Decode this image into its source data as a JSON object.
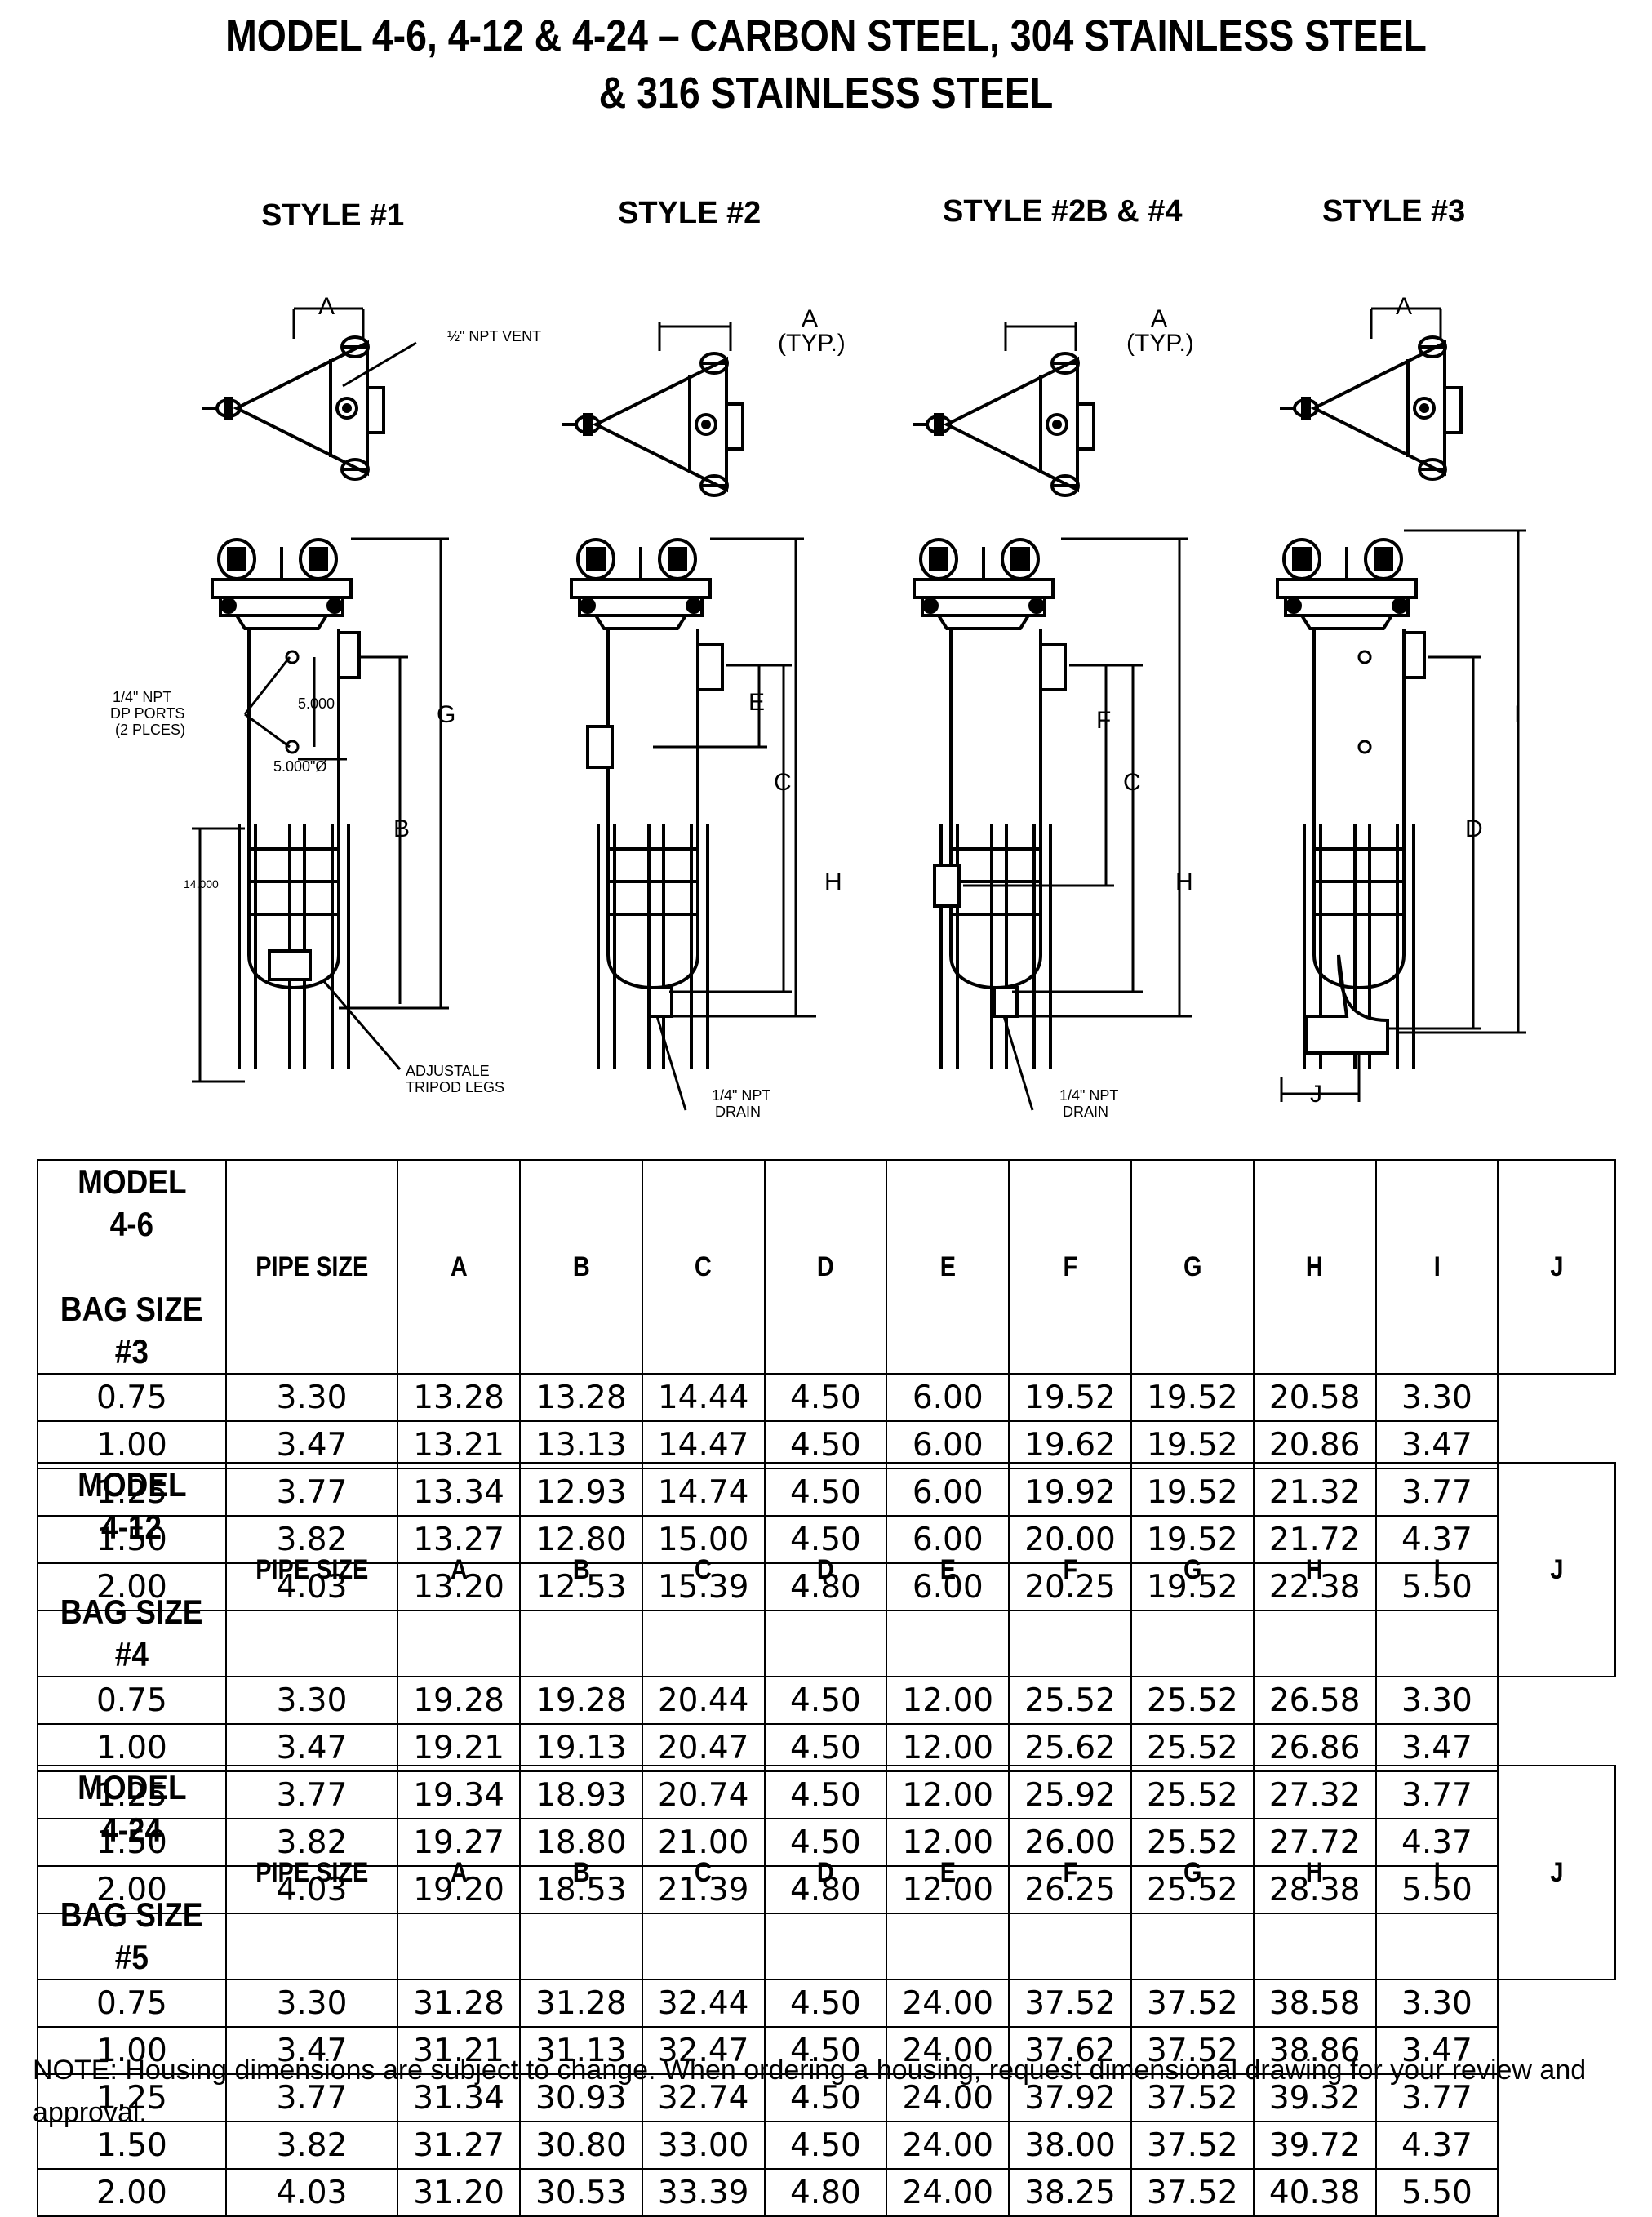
{
  "title": {
    "line1": "MODEL 4-6, 4-12 & 4-24 – CARBON STEEL, 304 STAINLESS STEEL",
    "line2": "& 316 STAINLESS STEEL"
  },
  "styles": [
    "STYLE #1",
    "STYLE #2",
    "STYLE #2B & #4",
    "STYLE #3"
  ],
  "drawing_labels": {
    "npt_vent": "½\" NPT VENT",
    "dp_ports_1": "1/4\" NPT",
    "dp_ports_2": "DP PORTS",
    "dp_ports_3": "(2 PLCES)",
    "dim_5000": "5.000",
    "dim_5000_dia": "5.000\"Ø",
    "dim_14000": "14.000",
    "legs_1": "ADJUSTALE",
    "legs_2": "TRIPOD LEGS",
    "drain_1": "1/4\" NPT",
    "drain_2": "DRAIN",
    "typ_a": "A",
    "typ": "(TYP.)",
    "A": "A",
    "B": "B",
    "C": "C",
    "D": "D",
    "E": "E",
    "F": "F",
    "G": "G",
    "H": "H",
    "I": "I",
    "J": "J"
  },
  "columns": [
    "PIPE SIZE",
    "A",
    "B",
    "C",
    "D",
    "E",
    "F",
    "G",
    "H",
    "I",
    "J"
  ],
  "tables": [
    {
      "model_line1": "MODEL",
      "model_line2": "4-6",
      "bag_line1": "BAG SIZE",
      "bag_line2": "#3",
      "rows": [
        [
          "0.75",
          "3.30",
          "13.28",
          "13.28",
          "14.44",
          "4.50",
          "6.00",
          "19.52",
          "19.52",
          "20.58",
          "3.30"
        ],
        [
          "1.00",
          "3.47",
          "13.21",
          "13.13",
          "14.47",
          "4.50",
          "6.00",
          "19.62",
          "19.52",
          "20.86",
          "3.47"
        ],
        [
          "1.25",
          "3.77",
          "13.34",
          "12.93",
          "14.74",
          "4.50",
          "6.00",
          "19.92",
          "19.52",
          "21.32",
          "3.77"
        ],
        [
          "1.50",
          "3.82",
          "13.27",
          "12.80",
          "15.00",
          "4.50",
          "6.00",
          "20.00",
          "19.52",
          "21.72",
          "4.37"
        ],
        [
          "2.00",
          "4.03",
          "13.20",
          "12.53",
          "15.39",
          "4.80",
          "6.00",
          "20.25",
          "19.52",
          "22.38",
          "5.50"
        ]
      ]
    },
    {
      "model_line1": "MODEL",
      "model_line2": "4-12",
      "bag_line1": "BAG SIZE",
      "bag_line2": "#4",
      "rows": [
        [
          "0.75",
          "3.30",
          "19.28",
          "19.28",
          "20.44",
          "4.50",
          "12.00",
          "25.52",
          "25.52",
          "26.58",
          "3.30"
        ],
        [
          "1.00",
          "3.47",
          "19.21",
          "19.13",
          "20.47",
          "4.50",
          "12.00",
          "25.62",
          "25.52",
          "26.86",
          "3.47"
        ],
        [
          "1.25",
          "3.77",
          "19.34",
          "18.93",
          "20.74",
          "4.50",
          "12.00",
          "25.92",
          "25.52",
          "27.32",
          "3.77"
        ],
        [
          "1.50",
          "3.82",
          "19.27",
          "18.80",
          "21.00",
          "4.50",
          "12.00",
          "26.00",
          "25.52",
          "27.72",
          "4.37"
        ],
        [
          "2.00",
          "4.03",
          "19.20",
          "18.53",
          "21.39",
          "4.80",
          "12.00",
          "26.25",
          "25.52",
          "28.38",
          "5.50"
        ]
      ]
    },
    {
      "model_line1": "MODEL",
      "model_line2": "4-24",
      "bag_line1": "BAG SIZE",
      "bag_line2": "#5",
      "rows": [
        [
          "0.75",
          "3.30",
          "31.28",
          "31.28",
          "32.44",
          "4.50",
          "24.00",
          "37.52",
          "37.52",
          "38.58",
          "3.30"
        ],
        [
          "1.00",
          "3.47",
          "31.21",
          "31.13",
          "32.47",
          "4.50",
          "24.00",
          "37.62",
          "37.52",
          "38.86",
          "3.47"
        ],
        [
          "1.25",
          "3.77",
          "31.34",
          "30.93",
          "32.74",
          "4.50",
          "24.00",
          "37.92",
          "37.52",
          "39.32",
          "3.77"
        ],
        [
          "1.50",
          "3.82",
          "31.27",
          "30.80",
          "33.00",
          "4.50",
          "24.00",
          "38.00",
          "37.52",
          "39.72",
          "4.37"
        ],
        [
          "2.00",
          "4.03",
          "31.20",
          "30.53",
          "33.39",
          "4.80",
          "24.00",
          "38.25",
          "37.52",
          "40.38",
          "5.50"
        ]
      ]
    }
  ],
  "note": "NOTE:  Housing dimensions are subject to change.  When ordering a housing, request dimensional drawing for your review and approval."
}
